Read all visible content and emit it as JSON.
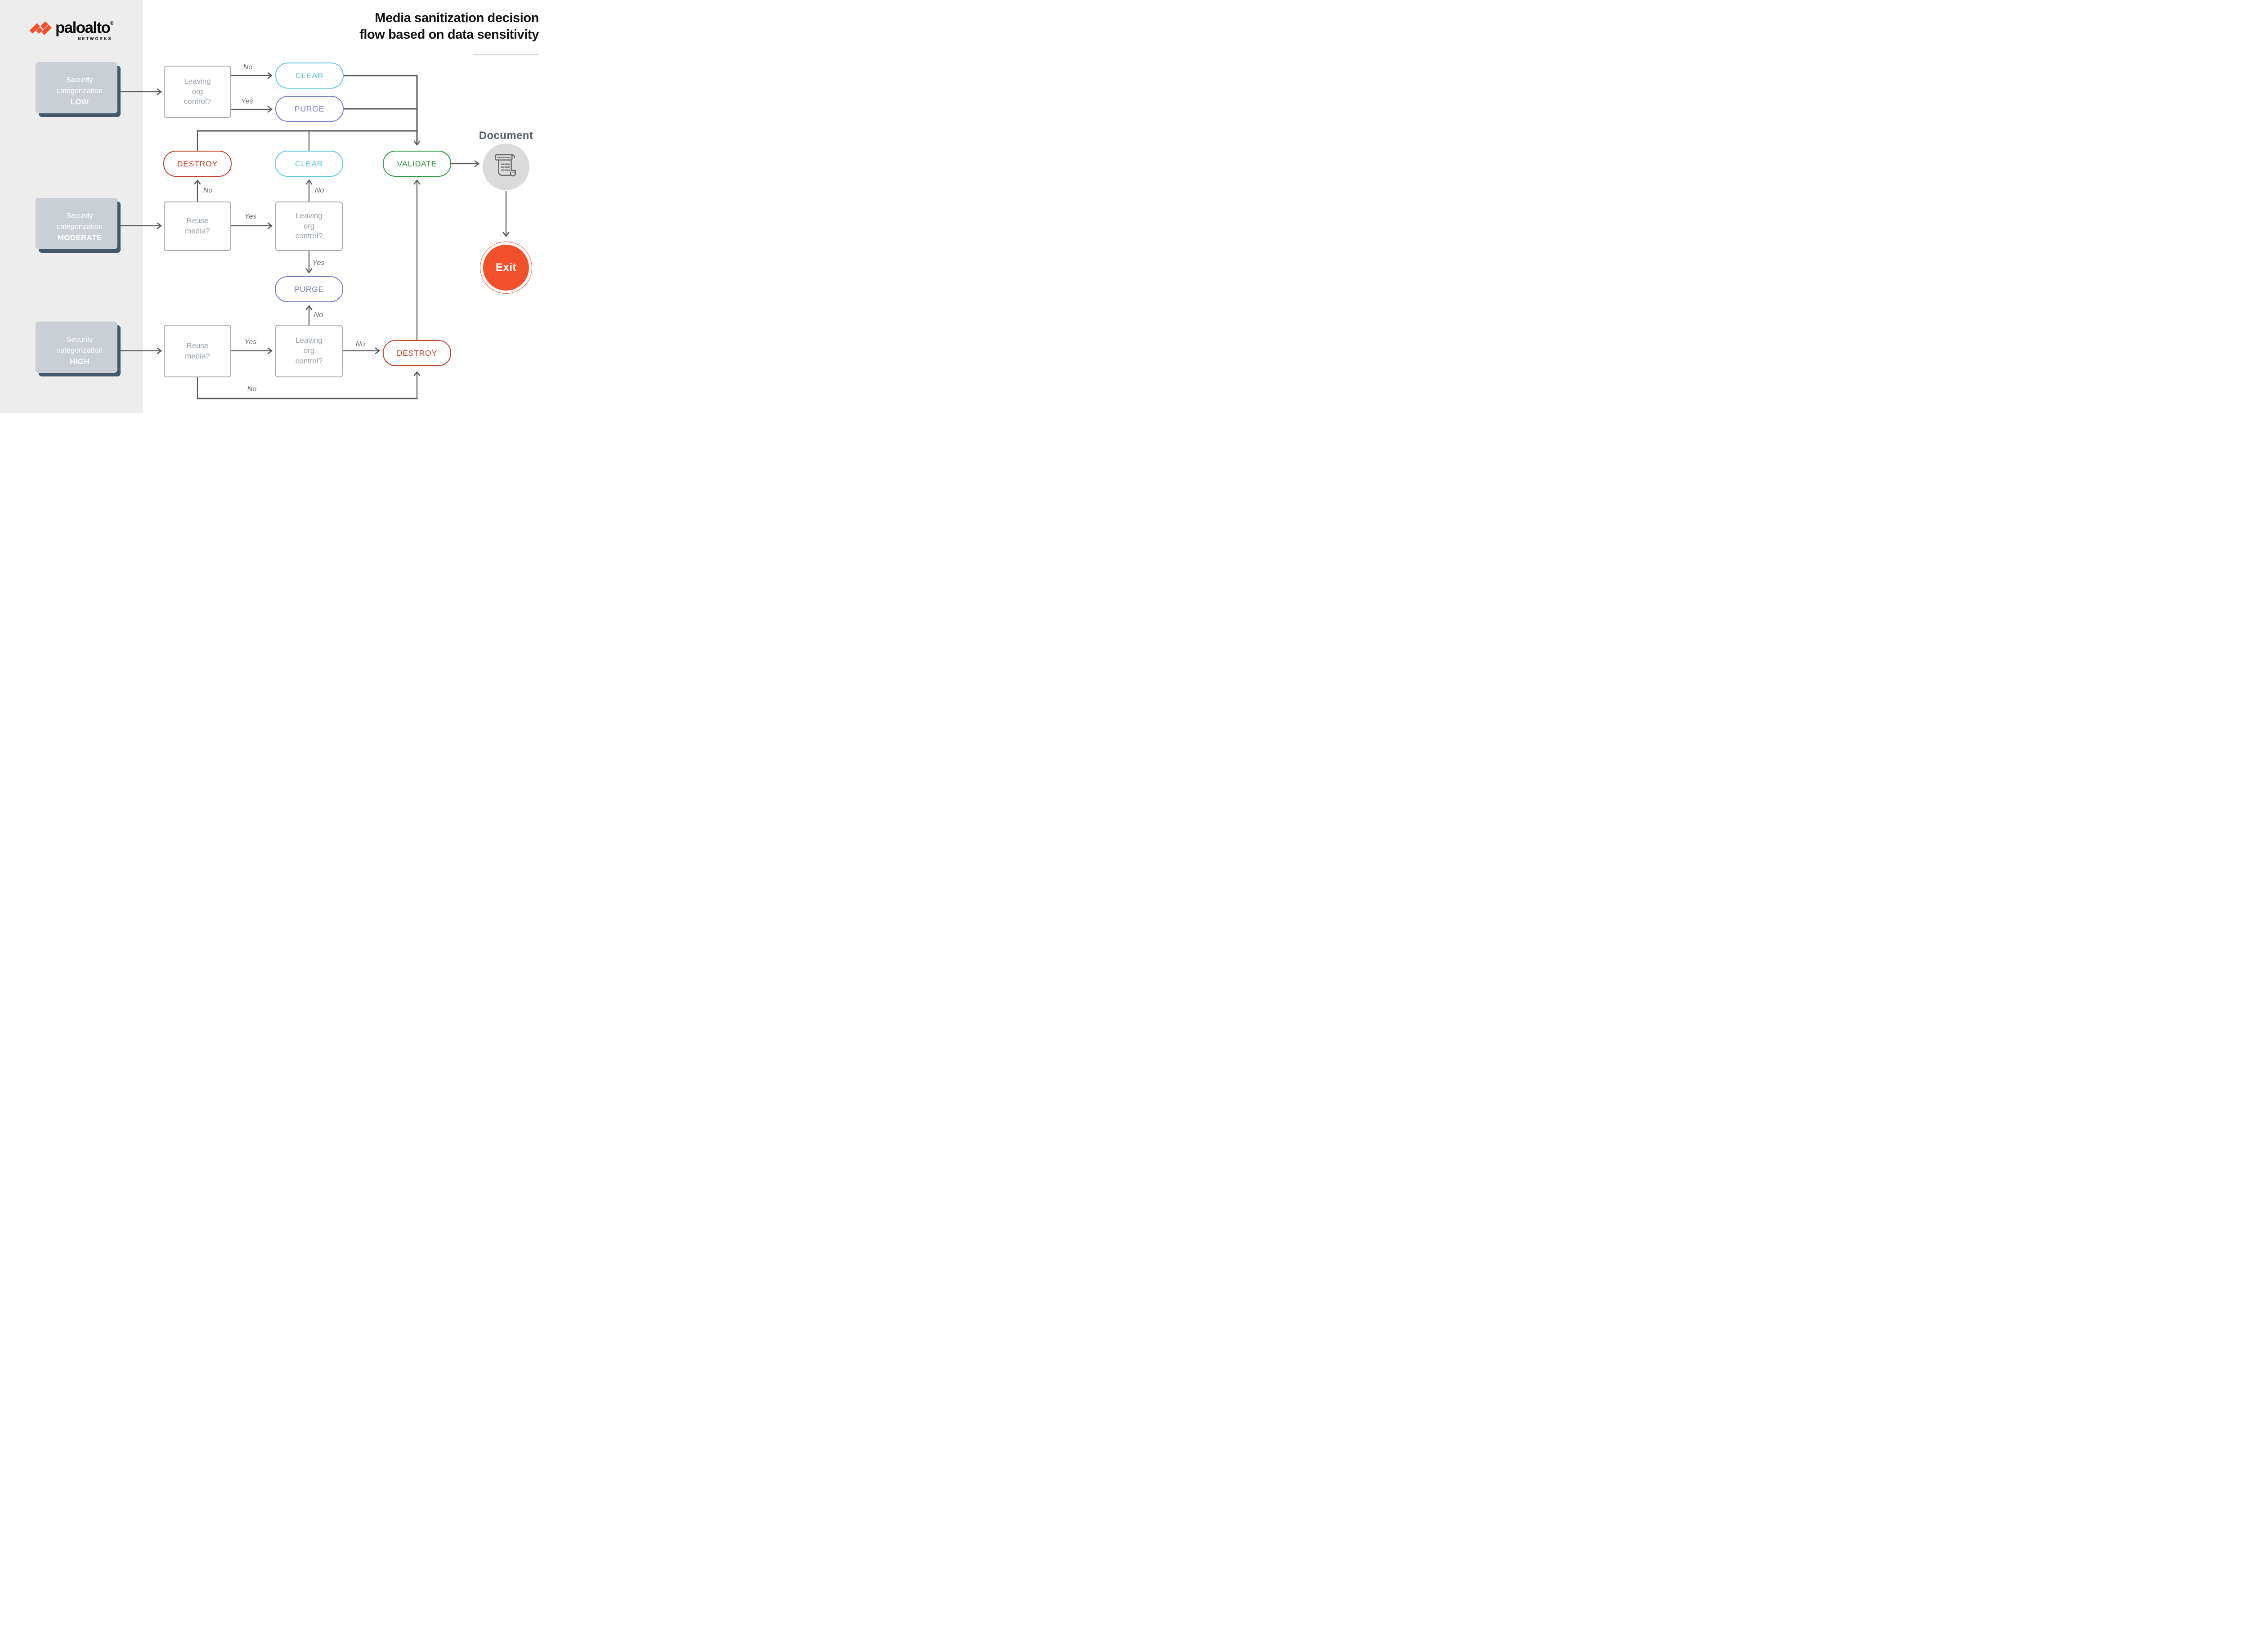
{
  "logo": {
    "brand": "paloalto",
    "reg": "®",
    "sub": "NETWORKS"
  },
  "title": {
    "line1": "Media sanitization decision",
    "line2": "flow based on data sensitivity"
  },
  "inputs": [
    {
      "line": "Security\ncategorization",
      "level": "LOW"
    },
    {
      "line": "Security\ncategorization",
      "level": "MODERATE"
    },
    {
      "line": "Security\ncategorization",
      "level": "HIGH"
    }
  ],
  "questions": {
    "low_leaving": "Leaving\norg\ncontrol?",
    "mod_reuse": "Reuse\nmedia?",
    "mod_leaving": "Leaving\norg\ncontrol?",
    "high_reuse": "Reuse\nmedia?",
    "high_leaving": "Leaving\norg\ncontrol?"
  },
  "actions": {
    "clear_low": "CLEAR",
    "purge_low": "PURGE",
    "destroy_mid": "DESTROY",
    "clear_mid": "CLEAR",
    "validate": "VALIDATE",
    "purge_mid": "PURGE",
    "destroy_high": "DESTROY"
  },
  "labels": {
    "low_no": "No",
    "low_yes": "Yes",
    "mod_reuse_no": "No",
    "mod_reuse_yes": "Yes",
    "mod_leaving_no": "No",
    "mod_leaving_yes": "Yes",
    "high_purge_no": "No",
    "high_reuse_yes": "Yes",
    "high_leaving_no": "No",
    "high_bottom_no": "No"
  },
  "terminals": {
    "document_label": "Document",
    "exit_label": "Exit"
  },
  "colors": {
    "orange": "#F1502B",
    "slate": "#44586A",
    "shadow": "#C9CFD4",
    "panel": "#EDEDEE",
    "line": "#57585A",
    "label": "#6A6B6D",
    "qborder": "#A7ADB3",
    "qtext": "#9AA2AA",
    "clear": "#5FC9DE",
    "purge": "#7880CB",
    "destroy": "#C5422B",
    "validate": "#2F9E49",
    "doccircle": "#DBDBDB",
    "docicon": "#6B6C6E",
    "divider": "#D9D9D9",
    "title": "#151515",
    "doclabel": "#57606A"
  }
}
